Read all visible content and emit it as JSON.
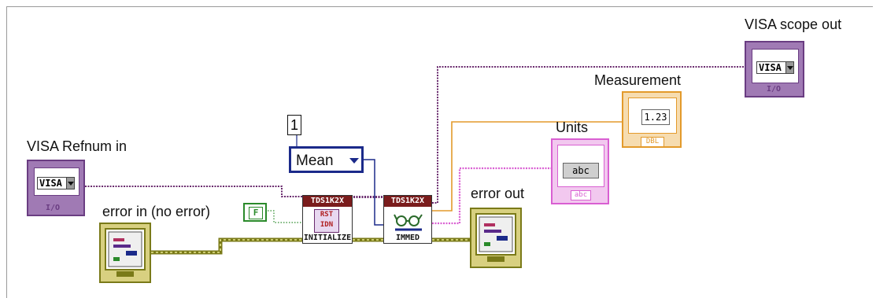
{
  "labels": {
    "visa_refnum_in": "VISA Refnum in",
    "error_in": "error in (no error)",
    "error_out": "error out",
    "units": "Units",
    "measurement": "Measurement",
    "visa_scope_out": "VISA scope out",
    "constant_one": "1"
  },
  "terminals": {
    "visa_text": "VISA",
    "io_tag": "I/O",
    "mean_value": "Mean",
    "false_const": "F",
    "numeric_value": "1.23",
    "dbl_tag": "DBL",
    "string_value": "abc",
    "abc_tag": "abc"
  },
  "subvis": {
    "init_header": "TDS1K2X",
    "init_footer": "INITIALIZE",
    "init_icon_text_1": "RST",
    "init_icon_text_2": "IDN",
    "immed_header": "TDS1K2X",
    "immed_footer": "IMMED"
  },
  "colors": {
    "visa_wire": "#6a2b6e",
    "error_wire": "#8a8a20",
    "numeric_wire": "#e39a2b",
    "string_wire": "#d95fd2",
    "enum_wire": "#1b2a8a",
    "bool_wire": "#2a8a2a"
  }
}
